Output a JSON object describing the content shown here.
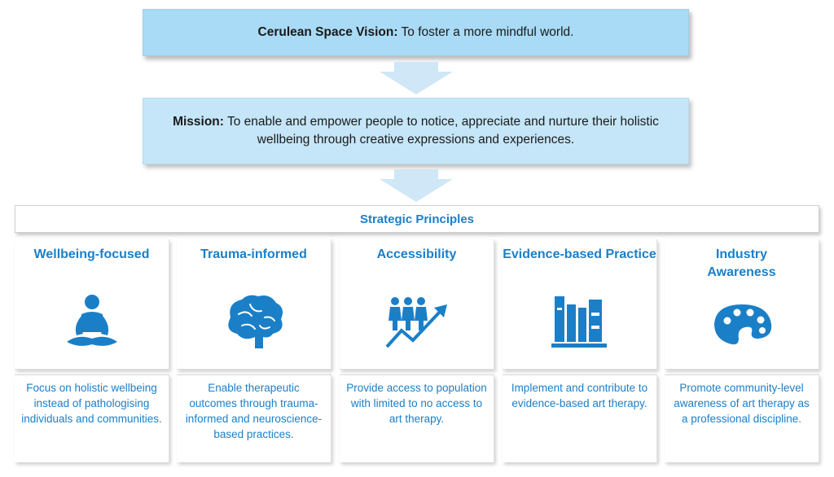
{
  "vision": {
    "label": "Cerulean Space Vision:",
    "text": " To foster a more mindful world."
  },
  "mission": {
    "label": "Mission:",
    "text": " To enable and empower people to notice, appreciate and nurture their holistic wellbeing through creative expressions and experiences."
  },
  "principles": {
    "title": "Strategic Principles",
    "items": [
      {
        "title": "Wellbeing-focused",
        "icon": "meditation-icon",
        "description": "Focus on holistic wellbeing instead of pathologising individuals and communities."
      },
      {
        "title": "Trauma-informed",
        "icon": "brain-icon",
        "description": "Enable therapeutic outcomes through trauma-informed and neuroscience-based practices."
      },
      {
        "title": "Accessibility",
        "icon": "people-growth-icon",
        "description": "Provide access to population with limited to no access to art therapy."
      },
      {
        "title": "Evidence-based Practice",
        "icon": "books-icon",
        "description": "Implement and contribute to evidence-based art therapy."
      },
      {
        "title": "Industry Awareness",
        "icon": "palette-icon",
        "description": "Promote community-level awareness of art therapy as a professional discipline."
      }
    ]
  },
  "colors": {
    "accent": "#1b7fc8",
    "vision_bg": "#a9dbf6",
    "mission_bg": "#c5e6f8",
    "arrow": "#cfe7f7"
  }
}
